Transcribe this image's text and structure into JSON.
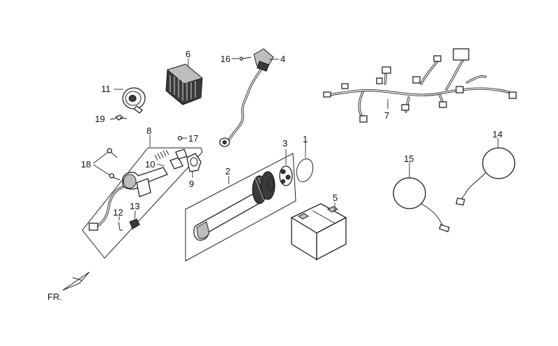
{
  "labels": {
    "p1": "1",
    "p2": "2",
    "p3": "3",
    "p4": "4",
    "p5": "5",
    "p6": "6",
    "p7": "7",
    "p8": "8",
    "p9": "9",
    "p10": "10",
    "p11": "11",
    "p12": "12",
    "p13": "13",
    "p14": "14",
    "p15": "15",
    "p16": "16",
    "p17": "17",
    "p18": "18",
    "p19": "19"
  },
  "orientation": {
    "text": "FR."
  }
}
